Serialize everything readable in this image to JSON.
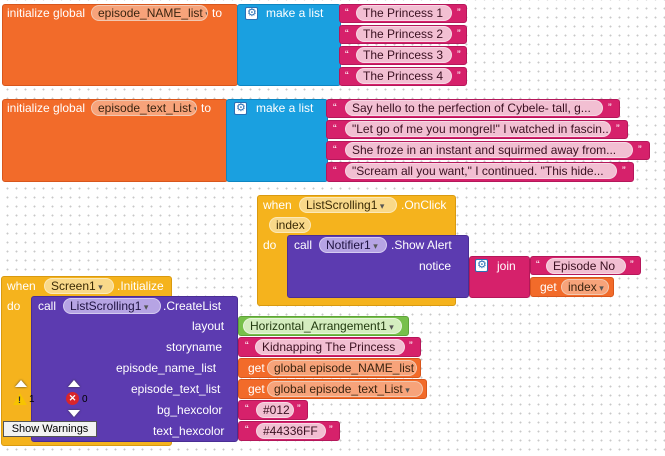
{
  "globals": {
    "names": {
      "init_label": "initialize global",
      "var_name": "episode_NAME_list",
      "to_label": "to",
      "make_list_label": "make a list",
      "items": [
        "The Princess 1",
        "The Princess 2",
        "The Princess 3",
        "The Princess 4"
      ]
    },
    "texts": {
      "init_label": "initialize global",
      "var_name": "episode_text_List",
      "to_label": "to",
      "make_list_label": "make a list",
      "items": [
        "Say hello to the perfection of Cybele- tall, g...",
        "\"Let go of me you mongrel!\" I watched in fascin...",
        "She froze in an instant and squirmed away from...",
        "\"Scream all you want,\" I continued. \"This hide..."
      ]
    }
  },
  "onclick": {
    "when_label": "when",
    "component": "ListScrolling1",
    "event": ".OnClick",
    "param": "index",
    "do_label": "do",
    "call_label": "call",
    "notifier": "Notifier1",
    "method": ".Show Alert",
    "notice_label": "notice",
    "join_label": "join",
    "episode_text": "Episode No",
    "get_label": "get",
    "get_var": "index"
  },
  "init": {
    "when_label": "when",
    "component": "Screen1",
    "event": ".Initialize",
    "do_label": "do",
    "call_label": "call",
    "target": "ListScrolling1",
    "method": ".CreateList",
    "params": {
      "layout_label": "layout",
      "layout_value": "Horizontal_Arrangement1",
      "storyname_label": "storyname",
      "storyname_value": "Kidnapping The Princess",
      "episode_name_label": "episode_name_list",
      "episode_name_get": "get",
      "episode_name_value": "global episode_NAME_list",
      "episode_text_label": "episode_text_list",
      "episode_text_get": "get",
      "episode_text_value": "global episode_text_List",
      "bg_label": "bg_hexcolor",
      "bg_value": "#012",
      "text_label": "text_hexcolor",
      "text_value": "#44336FF"
    }
  },
  "warnings": {
    "warning_count": "1",
    "error_count": "0",
    "button_label": "Show Warnings"
  }
}
